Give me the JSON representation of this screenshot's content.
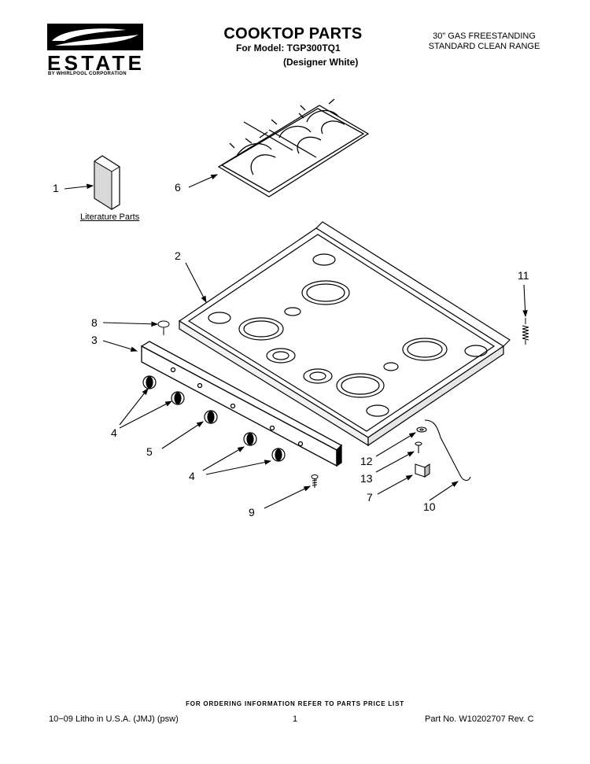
{
  "header": {
    "brand": "ESTATE",
    "brand_sub": "BY WHIRLPOOL CORPORATION",
    "title": "COOKTOP PARTS",
    "model_line": "For Model: TGP300TQ1",
    "model_variant": "(Designer White)",
    "range_type_1": "30\" GAS FREESTANDING",
    "range_type_2": "STANDARD CLEAN RANGE"
  },
  "diagram": {
    "literature_label": "Literature Parts",
    "callouts": {
      "c1": "1",
      "c2": "2",
      "c3": "3",
      "c4a": "4",
      "c4b": "4",
      "c5": "5",
      "c6": "6",
      "c7": "7",
      "c8": "8",
      "c9": "9",
      "c10": "10",
      "c11": "11",
      "c12": "12",
      "c13": "13"
    }
  },
  "footer": {
    "ordering_note": "FOR ORDERING INFORMATION REFER TO PARTS PRICE LIST",
    "litho": "10−09 Litho in U.S.A. (JMJ) (psw)",
    "page_number": "1",
    "part_number": "Part No. W10202707 Rev. C"
  }
}
